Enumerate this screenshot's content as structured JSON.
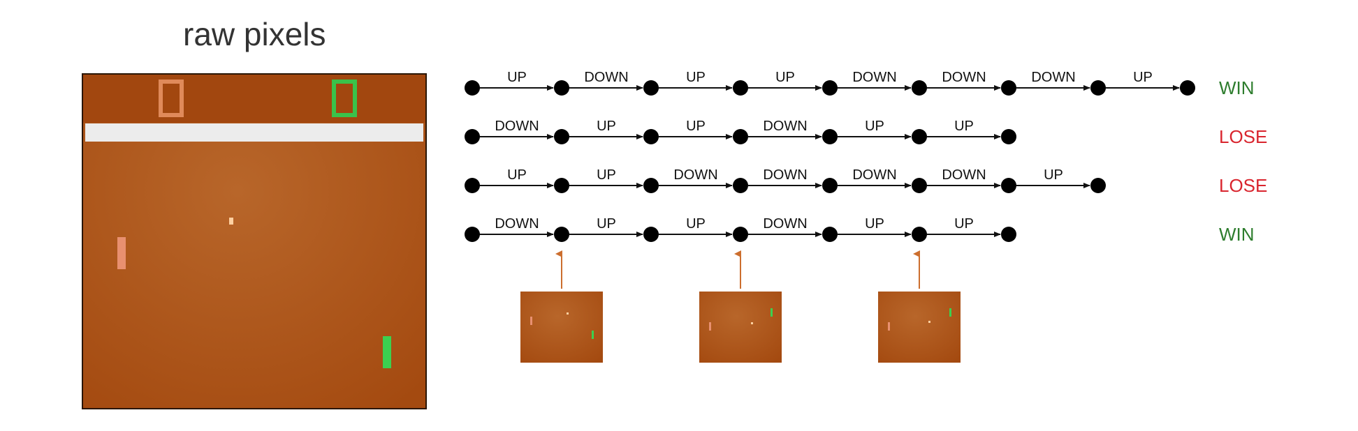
{
  "title": "raw pixels",
  "colors": {
    "screen": "#a44a10",
    "screen_light": "#b8662a",
    "top_bar": "#a2470f",
    "wall": "#ececec",
    "score_left": "#e08a5a",
    "score_right": "#3ac24a",
    "paddle_left": "#e89070",
    "paddle_right": "#3cd050",
    "ball": "#ffd0a0",
    "arrow_up": "#cc6e2e",
    "win": "#2e7d2e",
    "lose": "#d9252e",
    "node": "#000000"
  },
  "sequences": [
    {
      "actions": [
        "UP",
        "DOWN",
        "UP",
        "UP",
        "DOWN",
        "DOWN",
        "DOWN",
        "UP"
      ],
      "outcome": "WIN",
      "outcome_color": "win"
    },
    {
      "actions": [
        "DOWN",
        "UP",
        "UP",
        "DOWN",
        "UP",
        "UP"
      ],
      "outcome": "LOSE",
      "outcome_color": "lose"
    },
    {
      "actions": [
        "UP",
        "UP",
        "DOWN",
        "DOWN",
        "DOWN",
        "DOWN",
        "UP"
      ],
      "outcome": "LOSE",
      "outcome_color": "lose"
    },
    {
      "actions": [
        "DOWN",
        "UP",
        "UP",
        "DOWN",
        "UP",
        "UP"
      ],
      "outcome": "WIN",
      "outcome_color": "win"
    }
  ],
  "frame_nodes": [
    1,
    3,
    5
  ]
}
